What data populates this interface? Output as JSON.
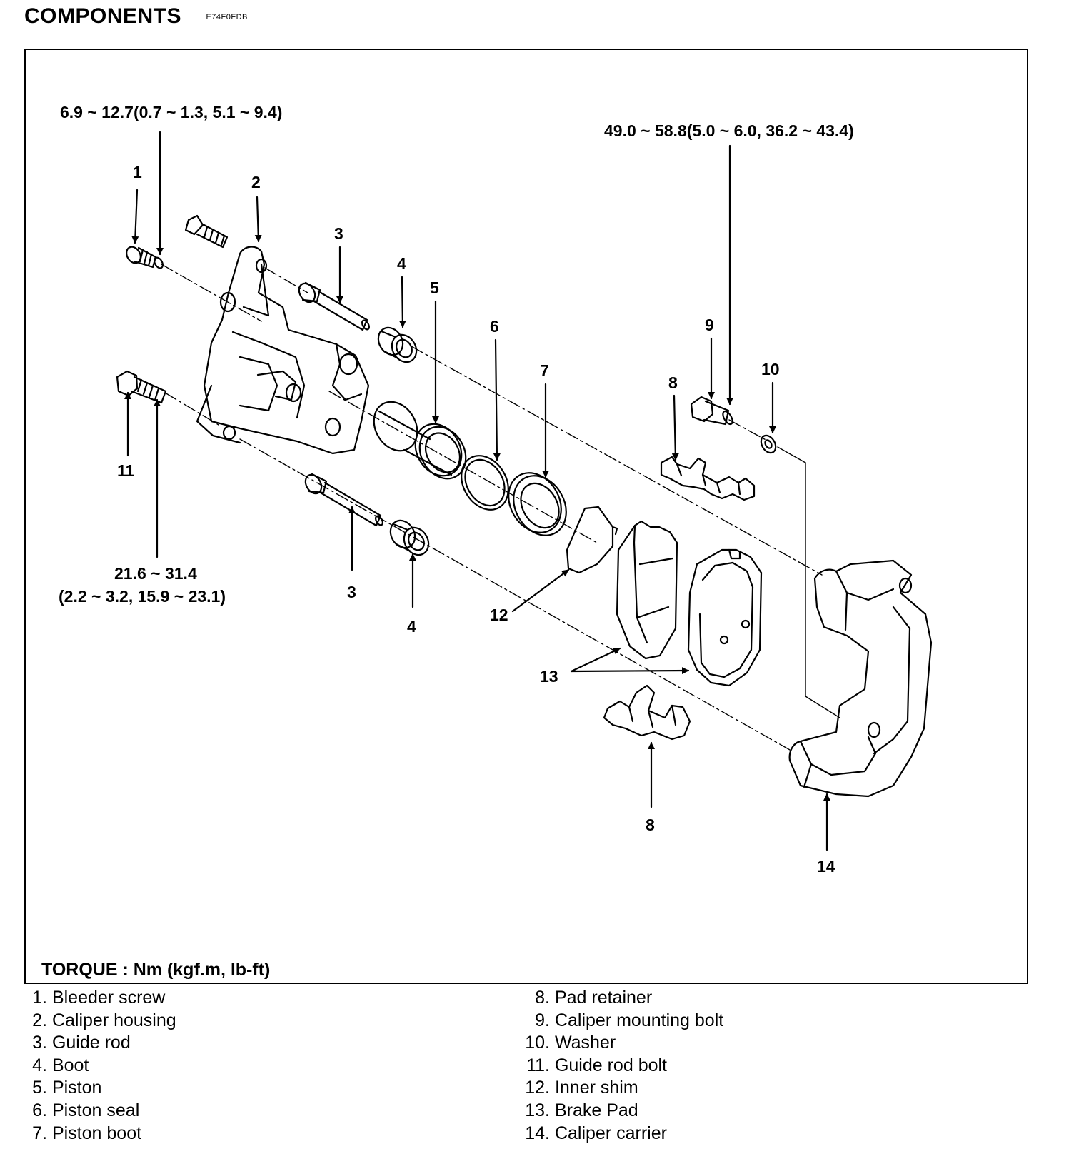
{
  "header": {
    "title": "COMPONENTS",
    "code": "E74F0FDB"
  },
  "diagram": {
    "torque_values": {
      "bleeder_screw": "6.9 ~ 12.7(0.7 ~ 1.3, 5.1 ~ 9.4)",
      "mounting_bolt": "49.0 ~ 58.8(5.0 ~ 6.0, 36.2 ~ 43.4)",
      "guide_rod_bolt_line1": "21.6 ~ 31.4",
      "guide_rod_bolt_line2": "(2.2 ~ 3.2, 15.9 ~ 23.1)"
    },
    "callouts": [
      "1",
      "2",
      "3",
      "3",
      "4",
      "4",
      "5",
      "6",
      "7",
      "8",
      "8",
      "9",
      "10",
      "11",
      "12",
      "13",
      "14"
    ],
    "torque_note": "TORQUE : Nm (kgf.m, lb-ft)"
  },
  "legend": {
    "left": [
      {
        "num": "1.",
        "name": "Bleeder screw"
      },
      {
        "num": "2.",
        "name": "Caliper  housing"
      },
      {
        "num": "3.",
        "name": "Guide rod"
      },
      {
        "num": "4.",
        "name": "Boot"
      },
      {
        "num": "5.",
        "name": "Piston"
      },
      {
        "num": "6.",
        "name": "Piston seal"
      },
      {
        "num": "7.",
        "name": "Piston boot"
      }
    ],
    "right": [
      {
        "num": "8.",
        "name": "Pad retainer"
      },
      {
        "num": "9.",
        "name": "Caliper mounting bolt"
      },
      {
        "num": "10.",
        "name": "Washer"
      },
      {
        "num": "11.",
        "name": "Guide rod bolt"
      },
      {
        "num": "12.",
        "name": "Inner shim"
      },
      {
        "num": "13.",
        "name": "Brake Pad"
      },
      {
        "num": "14.",
        "name": "Caliper carrier"
      }
    ]
  }
}
